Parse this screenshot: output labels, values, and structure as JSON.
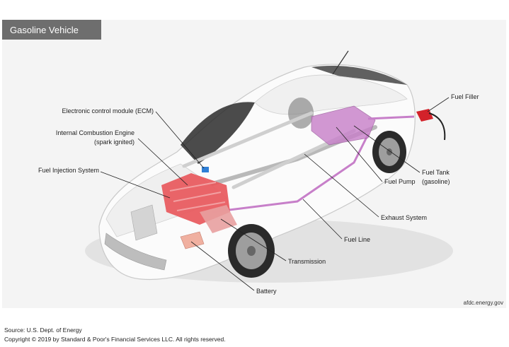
{
  "title": "Gasoline Vehicle",
  "labels": {
    "ecm": "Electronic control module (ECM)",
    "ice_line1": "Internal Combustion Engine",
    "ice_line2": "(spark ignited)",
    "fuel_injection": "Fuel Injection System",
    "fuel_filler": "Fuel Filler",
    "fuel_tank_line1": "Fuel Tank",
    "fuel_tank_line2": "(gasoline)",
    "fuel_pump": "Fuel Pump",
    "exhaust": "Exhaust System",
    "fuel_line": "Fuel Line",
    "transmission": "Transmission",
    "battery": "Battery"
  },
  "credit": "afdc.energy.gov",
  "footer": {
    "source": "Source: U.S. Dept. of Energy",
    "copyright": "Copyright © 2019 by Standard & Poor's Financial Services LLC. All rights reserved."
  },
  "colors": {
    "title_bg": "#6e6e6e",
    "panel_bg": "#f4f4f4",
    "engine": "#e8585c",
    "fuel_system": "#c77fc9",
    "ecm": "#2f7fd6",
    "fuel_filler_nozzle": "#d3222a"
  }
}
